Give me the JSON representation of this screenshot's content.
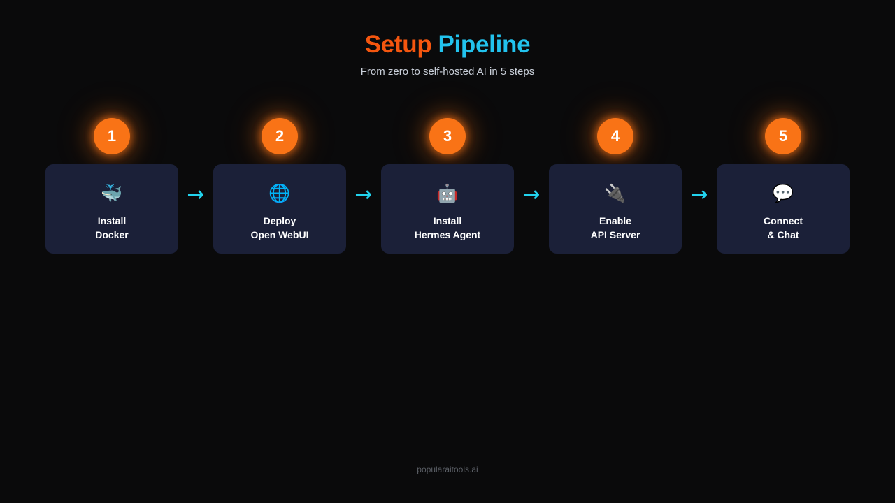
{
  "background_color": "#0a0a0b",
  "header": {
    "title_part_1": "Setup",
    "title_part_1_color": "#f4560f",
    "title_part_2": "Pipeline",
    "title_part_2_color": "#22c3ee",
    "subtitle": "From zero to self-hosted AI in 5 steps"
  },
  "pipeline": {
    "accent_badge_color": "#f97316",
    "card_color": "#1b2038",
    "arrow_color": "#22d3ee",
    "arrow_glyph": "→",
    "steps": [
      {
        "number": "1",
        "icon": "🐳",
        "icon_name": "whale-icon",
        "label": "Install\nDocker"
      },
      {
        "number": "2",
        "icon": "🌐",
        "icon_name": "globe-icon",
        "label": "Deploy\nOpen WebUI"
      },
      {
        "number": "3",
        "icon": "🤖",
        "icon_name": "robot-icon",
        "label": "Install\nHermes Agent"
      },
      {
        "number": "4",
        "icon": "🔌",
        "icon_name": "plug-icon",
        "label": "Enable\nAPI Server"
      },
      {
        "number": "5",
        "icon": "💬",
        "icon_name": "speech-balloon-icon",
        "label": "Connect\n& Chat"
      }
    ]
  },
  "footer": {
    "attribution": "popularaitools.ai"
  }
}
